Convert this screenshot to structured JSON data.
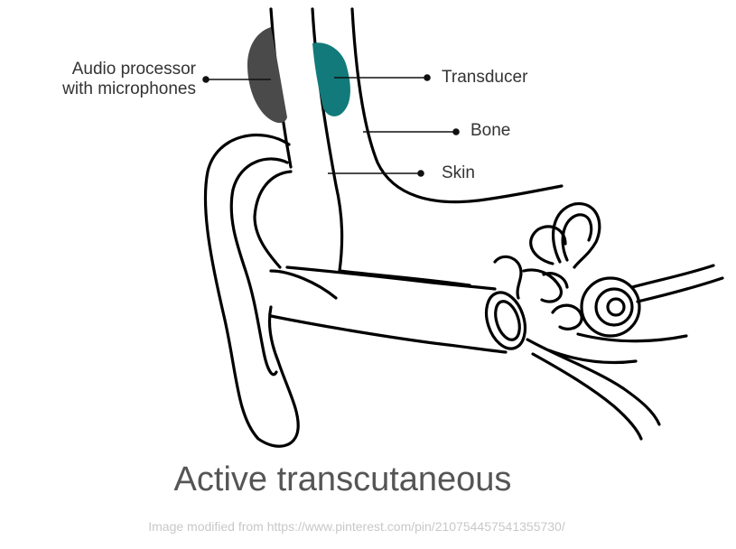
{
  "labels": {
    "audio_processor_line1": "Audio processor",
    "audio_processor_line2": "with microphones",
    "transducer": "Transducer",
    "bone": "Bone",
    "skin": "Skin"
  },
  "title": "Active transcutaneous",
  "credit": "Image modified from https://www.pinterest.com/pin/210754457541355730/",
  "colors": {
    "audio_processor": "#4a4a4a",
    "transducer": "#127a7a",
    "outline": "#000000",
    "label_text": "#333333"
  }
}
